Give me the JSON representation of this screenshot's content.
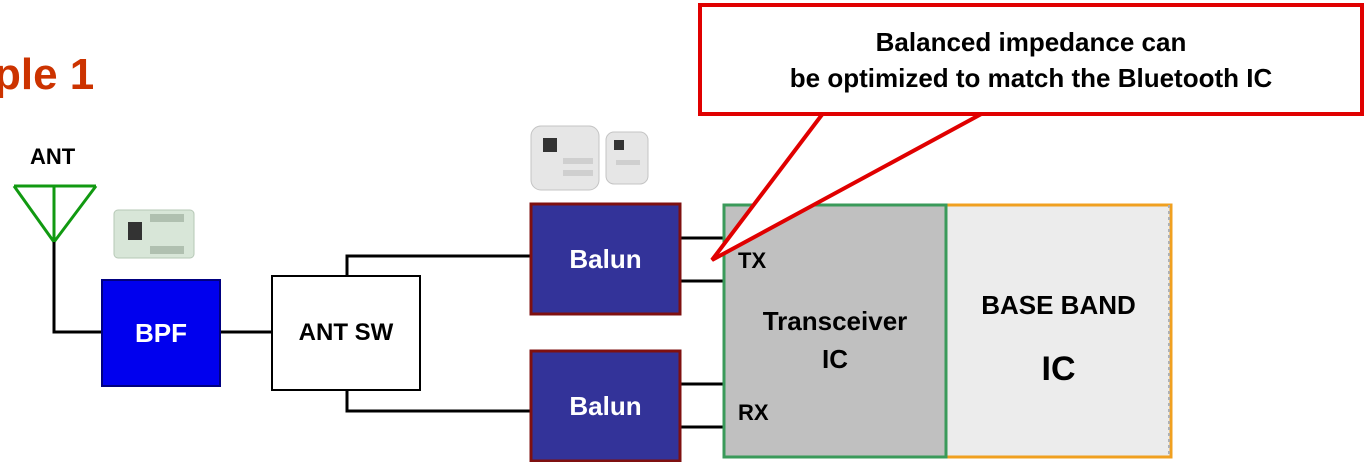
{
  "title": "ple 1",
  "callout": {
    "line1": "Balanced impedance can",
    "line2": "be optimized to match the Bluetooth IC"
  },
  "antenna": {
    "label": "ANT"
  },
  "blocks": {
    "bpf": "BPF",
    "ant_sw": "ANT SW",
    "balun_tx": "Balun",
    "balun_rx": "Balun",
    "transceiver_line1": "Transceiver",
    "transceiver_line2": "IC",
    "baseband_line1": "BASE BAND",
    "baseband_line2": "IC"
  },
  "ports": {
    "tx": "TX",
    "rx": "RX"
  },
  "colors": {
    "title": "#cc3300",
    "bpf_fill": "#0000ee",
    "balun_fill": "#333399",
    "balun_border": "#7f1010",
    "transceiver_fill": "#c0c0c0",
    "transceiver_border": "#3a9a5a",
    "baseband_fill": "#ececec",
    "baseband_border": "#f0a020",
    "callout_border": "#e00000",
    "antenna": "#119911"
  }
}
